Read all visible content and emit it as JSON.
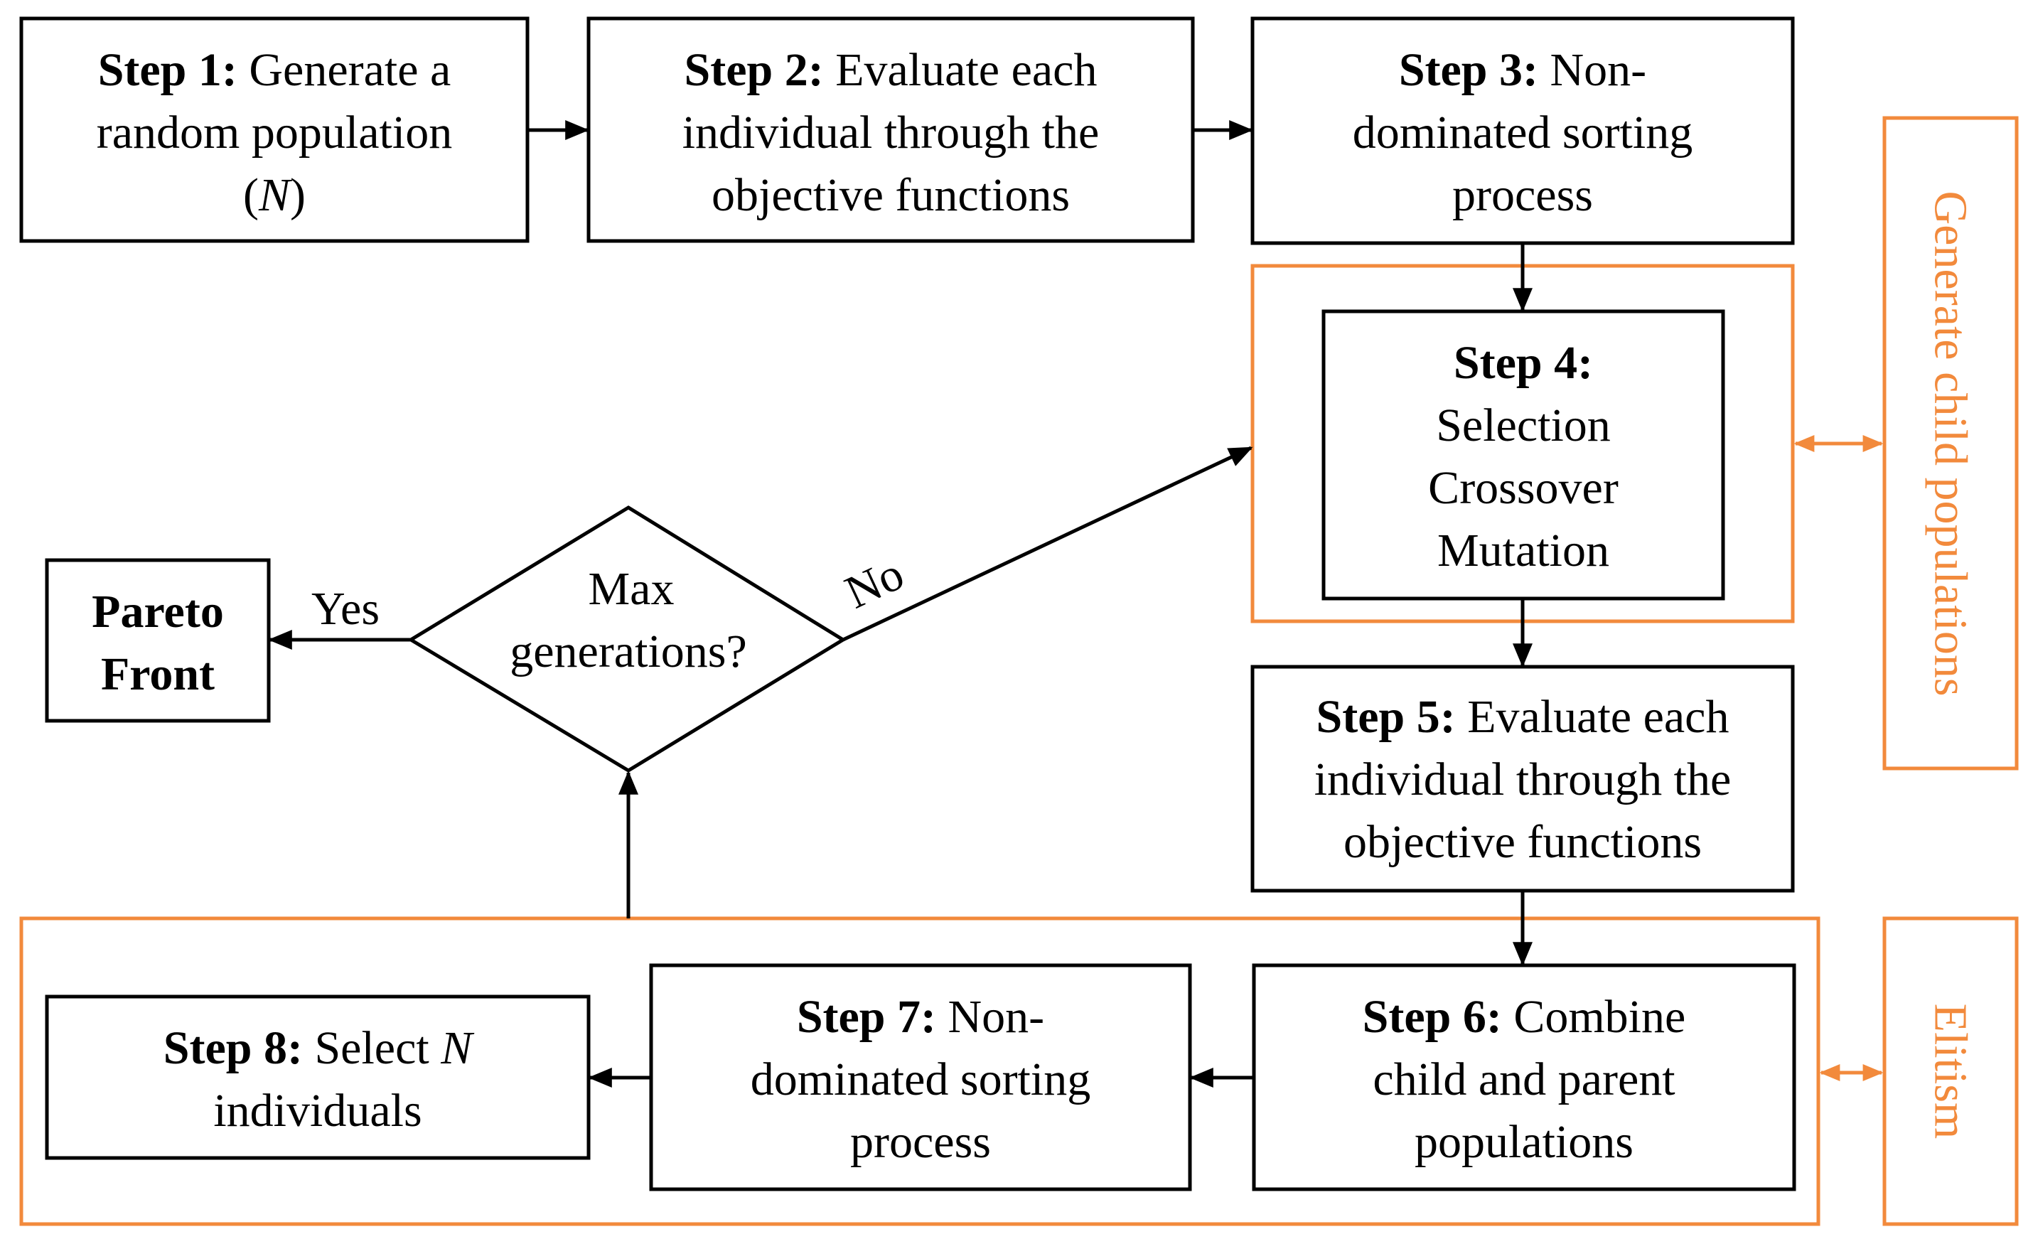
{
  "colors": {
    "line": "#000000",
    "accent": "#f28a3c"
  },
  "steps": {
    "step1": {
      "label": "Step 1:",
      "line1": "Generate a",
      "line2": "random population",
      "line3_open": "(",
      "line3_var": "N",
      "line3_close": ")"
    },
    "step2": {
      "label": "Step 2:",
      "line1": "Evaluate each",
      "line2": "individual through the",
      "line3": "objective functions"
    },
    "step3": {
      "label": "Step 3:",
      "line1": "Non-",
      "line2": "dominated sorting",
      "line3": "process"
    },
    "step4": {
      "label": "Step 4:",
      "line1": "Selection",
      "line2": "Crossover",
      "line3": "Mutation"
    },
    "step5": {
      "label": "Step 5:",
      "line1": "Evaluate each",
      "line2": "individual through the",
      "line3": "objective functions"
    },
    "step6": {
      "label": "Step 6:",
      "line1": "Combine",
      "line2": "child and parent",
      "line3": "populations"
    },
    "step7": {
      "label": "Step 7:",
      "line1": "Non-",
      "line2": "dominated sorting",
      "line3": "process"
    },
    "step8": {
      "label": "Step 8:",
      "line1": "Select ",
      "line1_var": "N",
      "line2": "individuals"
    }
  },
  "pareto": {
    "line1": "Pareto",
    "line2": "Front"
  },
  "decision": {
    "line1": "Max",
    "line2": "generations?",
    "yes": "Yes",
    "no": "No"
  },
  "side_labels": {
    "generate": "Generate child populations",
    "elitism": "Elitism"
  }
}
